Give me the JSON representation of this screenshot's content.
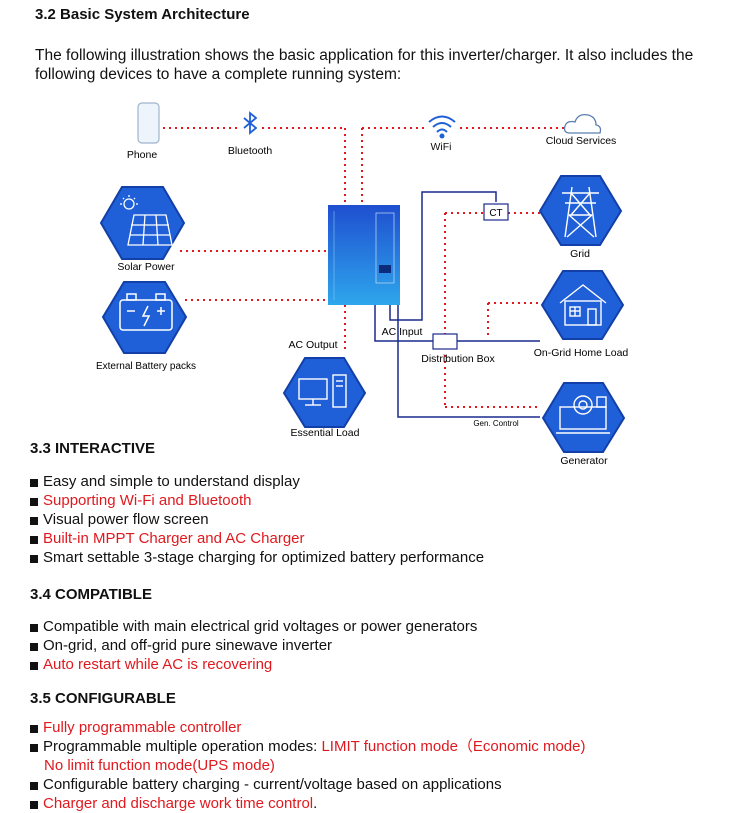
{
  "sections": {
    "s32": {
      "title": "3.2 Basic System Architecture",
      "intro": "The following illustration shows the basic application for this inverter/charger. It also includes the following devices to have a complete running system:"
    },
    "s33": {
      "title": "3.3 INTERACTIVE",
      "items": [
        {
          "text": "Easy and simple to understand display",
          "red": false
        },
        {
          "text": "Supporting Wi-Fi and Bluetooth",
          "red": true
        },
        {
          "text": "Visual power flow screen",
          "red": false
        },
        {
          "text": "Built-in MPPT Charger and AC Charger",
          "red": true
        },
        {
          "text": "Smart settable 3-stage  charging for optimized battery performance",
          "red": false
        }
      ]
    },
    "s34": {
      "title": "3.4 COMPATIBLE",
      "items": [
        {
          "text": "Compatible with main electrical grid voltages or power generators",
          "red": false
        },
        {
          "text": "On-grid, and off-grid pure sinewave inverter",
          "red": false
        },
        {
          "text": "Auto restart while AC is recovering",
          "red": true
        }
      ]
    },
    "s35": {
      "title": "3.5 CONFIGURABLE",
      "item1": "Fully programmable controller",
      "item2_prefix": "Programmable multiple operation modes: ",
      "item2_red": "LIMIT function mode（Economic mode)",
      "item2_cont": "No limit function mode(UPS mode)",
      "item3": "Configurable battery charging - current/voltage based on applications",
      "item4_red": "Charger and  discharge work time control",
      "item4_tail": "."
    }
  },
  "diagram": {
    "labels": {
      "phone": "Phone",
      "bluetooth": "Bluetooth",
      "wifi": "WiFi",
      "cloud": "Cloud Services",
      "solar": "Solar Power",
      "battery": "External Battery packs",
      "grid": "Grid",
      "home": "On-Grid  Home Load",
      "ac_output": "AC Output",
      "ac_input": "AC Input",
      "distribution": "Distribution  Box",
      "ct": "CT",
      "essential": "Essential Load",
      "gen_control": "Gen. Control",
      "generator": "Generator"
    },
    "colors": {
      "hex_fill": "#1f5fd8",
      "hex_border": "#1240a8",
      "dotted": "#e0191f",
      "wire": "#1a2a8c",
      "inverter_top": "#1f4fd0",
      "inverter_bottom": "#2ea6ec"
    },
    "icons": [
      "phone-icon",
      "bluetooth-icon",
      "wifi-icon",
      "cloud-icon",
      "solar-panel-icon",
      "battery-icon",
      "power-tower-icon",
      "house-icon",
      "computer-icon",
      "generator-icon",
      "inverter-icon"
    ]
  }
}
